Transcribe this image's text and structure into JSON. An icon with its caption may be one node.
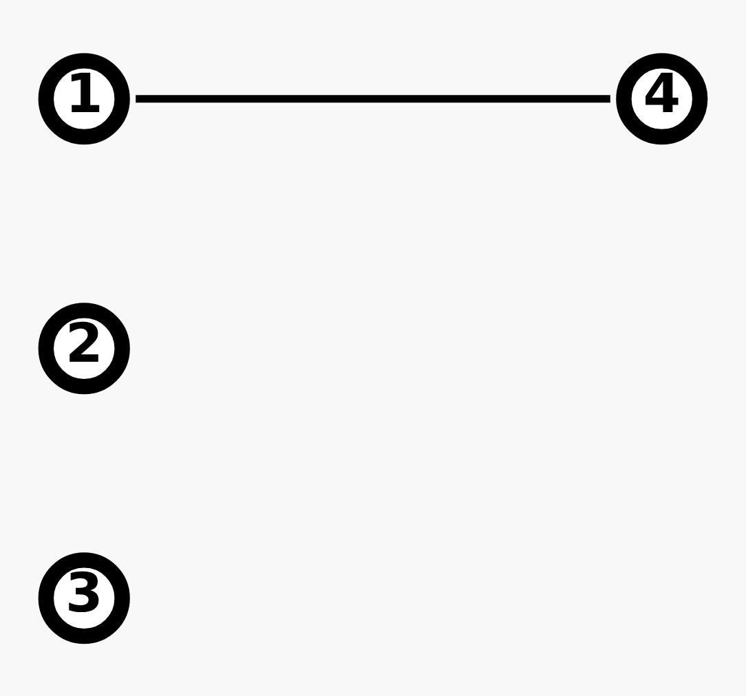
{
  "diagram": {
    "nodes": [
      {
        "text": [
          "1"
        ]
      },
      {
        "text": [
          "4"
        ]
      },
      {
        "text": [
          "2"
        ]
      },
      {
        "text": [
          "3"
        ]
      }
    ],
    "edges": [
      {
        "from": 0,
        "to": 1,
        "arrow": "none"
      }
    ]
  }
}
